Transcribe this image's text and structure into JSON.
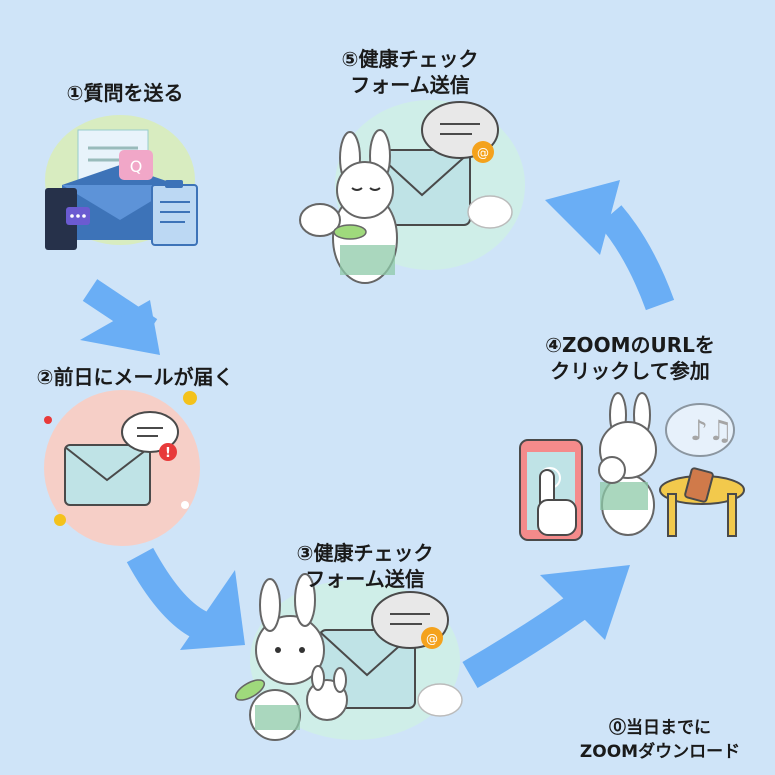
{
  "steps": {
    "step1": {
      "line1": "①質問を送る"
    },
    "step2": {
      "line1": "②前日にメールが届く"
    },
    "step3": {
      "line1": "③健康チェック",
      "line2": "フォーム送信"
    },
    "step4": {
      "line1": "④ZOOMのURLを",
      "line2": "クリックして参加"
    },
    "step5": {
      "line1": "⑤健康チェック",
      "line2": "フォーム送信"
    },
    "step0": {
      "line1": "⓪当日までに",
      "line2": "ZOOMダウンロード"
    }
  },
  "colors": {
    "background": "#cfe4f8",
    "arrow": "#6aaef5",
    "envelope": "#bfe3e6",
    "badge": "#e83a3a",
    "orange_badge": "#f4a21c"
  },
  "icons": [
    "mail-docs-icon",
    "mail-alert-icon",
    "rabbit-mail-icon",
    "phone-tap-icon",
    "rabbit-mail-icon"
  ]
}
